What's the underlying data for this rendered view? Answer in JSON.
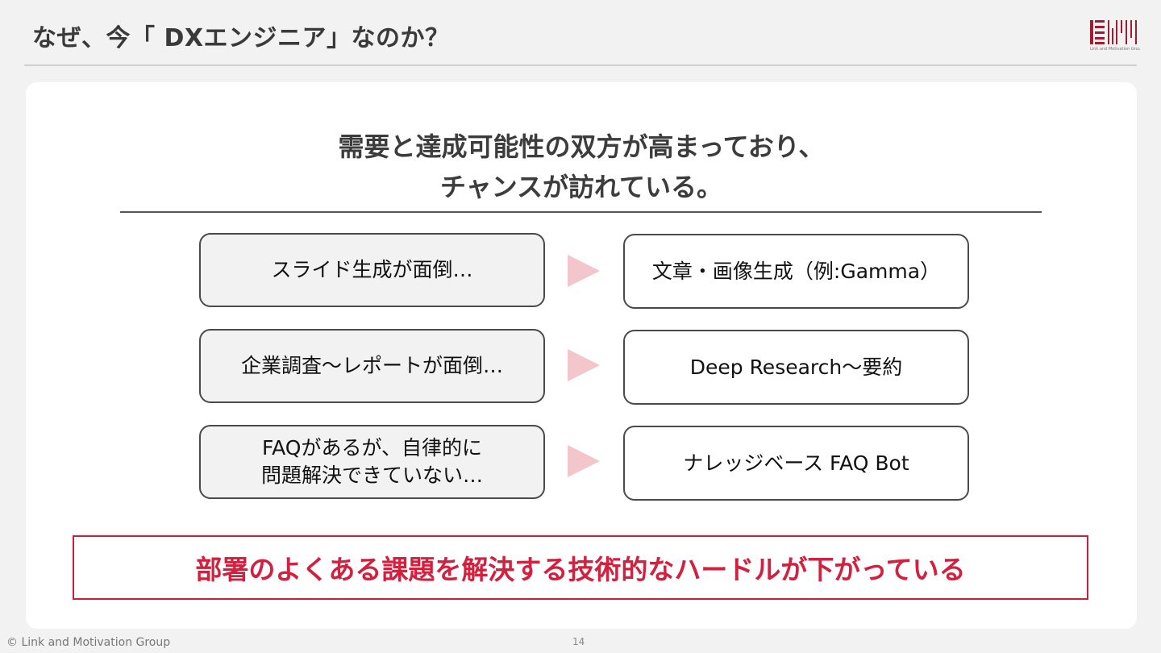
{
  "header": {
    "title": "なぜ、今「 DXエンジニア」なのか？",
    "logo_icon": "company-logo-icon",
    "logo_caption": "Link and Motivation Group"
  },
  "headline": {
    "line1": "需要と達成可能性の双方が高まっており、",
    "line2": "チャンスが訪れている。"
  },
  "rows": [
    {
      "problem": [
        "スライド生成が面倒…"
      ],
      "solution": [
        "文章・画像生成（例:Gamma）"
      ]
    },
    {
      "problem": [
        "企業調査～レポートが面倒…"
      ],
      "solution": [
        "Deep Research～要約"
      ]
    },
    {
      "problem": [
        "FAQがあるが、自律的に",
        "問題解決できていない…"
      ],
      "solution": [
        "ナレッジベース FAQ Bot"
      ]
    }
  ],
  "conclusion": "部署のよくある課題を解決する技術的なハードルが下がっている",
  "footer": {
    "copyright": "© Link and Motivation Group",
    "page_number": "14"
  },
  "colors": {
    "accent": "#d4203f",
    "arrow": "#f2c6ca",
    "problem_box_bg": "#f2f2f2",
    "solution_box_bg": "#ffffff"
  }
}
